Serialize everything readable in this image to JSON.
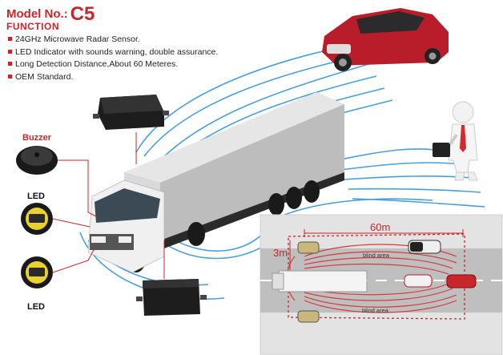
{
  "header": {
    "model_prefix": "Model No.:",
    "model_number": "C5",
    "function_title": "FUNCTION"
  },
  "features": [
    "24GHz Microwave Radar Sensor.",
    "LED Indicator with sounds warning, double assurance.",
    "Long Detection Distance,About 60 Meteres.",
    "OEM Standard."
  ],
  "labels": {
    "buzzer": "Buzzer",
    "led_top": "LED",
    "led_bottom": "LED"
  },
  "inset": {
    "distance_label": "60m",
    "width_label": "3m",
    "blind_area_top": "blind area",
    "blind_area_bottom": "blind area"
  },
  "colors": {
    "accent_red": "#c8262c",
    "wave_blue": "#2a8fd6",
    "road_gray": "#d9d9d9"
  }
}
